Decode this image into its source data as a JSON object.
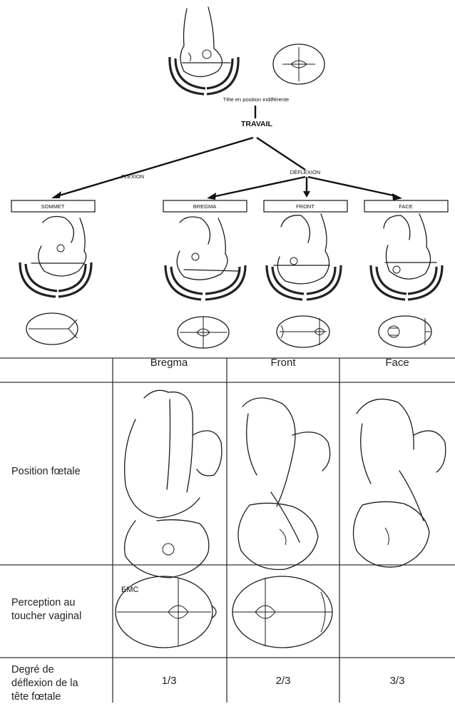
{
  "top": {
    "caption": "Tête en position indifférente",
    "travail": "TRAVAIL",
    "flexion": "FLEXION",
    "deflexion": "DÉFLEXION",
    "boxes": [
      "SOMMET",
      "BREGMA",
      "FRONT",
      "FACE"
    ]
  },
  "table": {
    "columns": [
      "Bregma",
      "Front",
      "Face"
    ],
    "rows": {
      "position": "Position fœtale",
      "perception_1": "Perception au",
      "perception_2": "toucher vaginal",
      "degre_1": "Degré de",
      "degre_2": "déflexion de la",
      "degre_3": "tête fœtale"
    },
    "degrees": [
      "1/3",
      "2/3",
      "3/3"
    ],
    "signature": "EMC"
  }
}
